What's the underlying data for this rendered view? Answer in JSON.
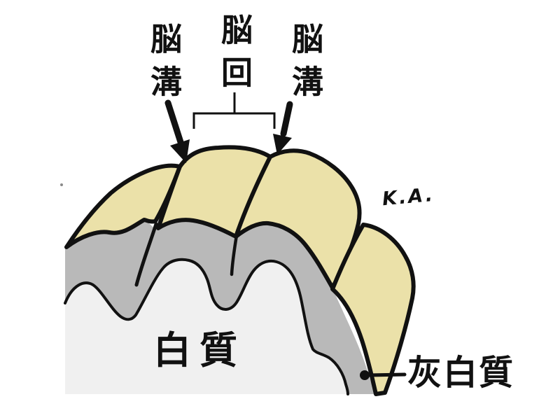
{
  "diagram": {
    "type": "anatomy-illustration",
    "subject": "brain cortex cross-section showing gyri and sulci",
    "labels": {
      "sulcus_left": "脳溝",
      "gyrus": "脳回",
      "sulcus_right": "脳溝",
      "white_matter": "白質",
      "gray_matter": "灰白質"
    },
    "signature": "K.A.",
    "colors": {
      "background": "#ffffff",
      "cortex_surface": "#ebe1a9",
      "gray_matter_band": "#b9b9b9",
      "white_matter_region": "#f0f0f0",
      "outline": "#111111"
    }
  }
}
